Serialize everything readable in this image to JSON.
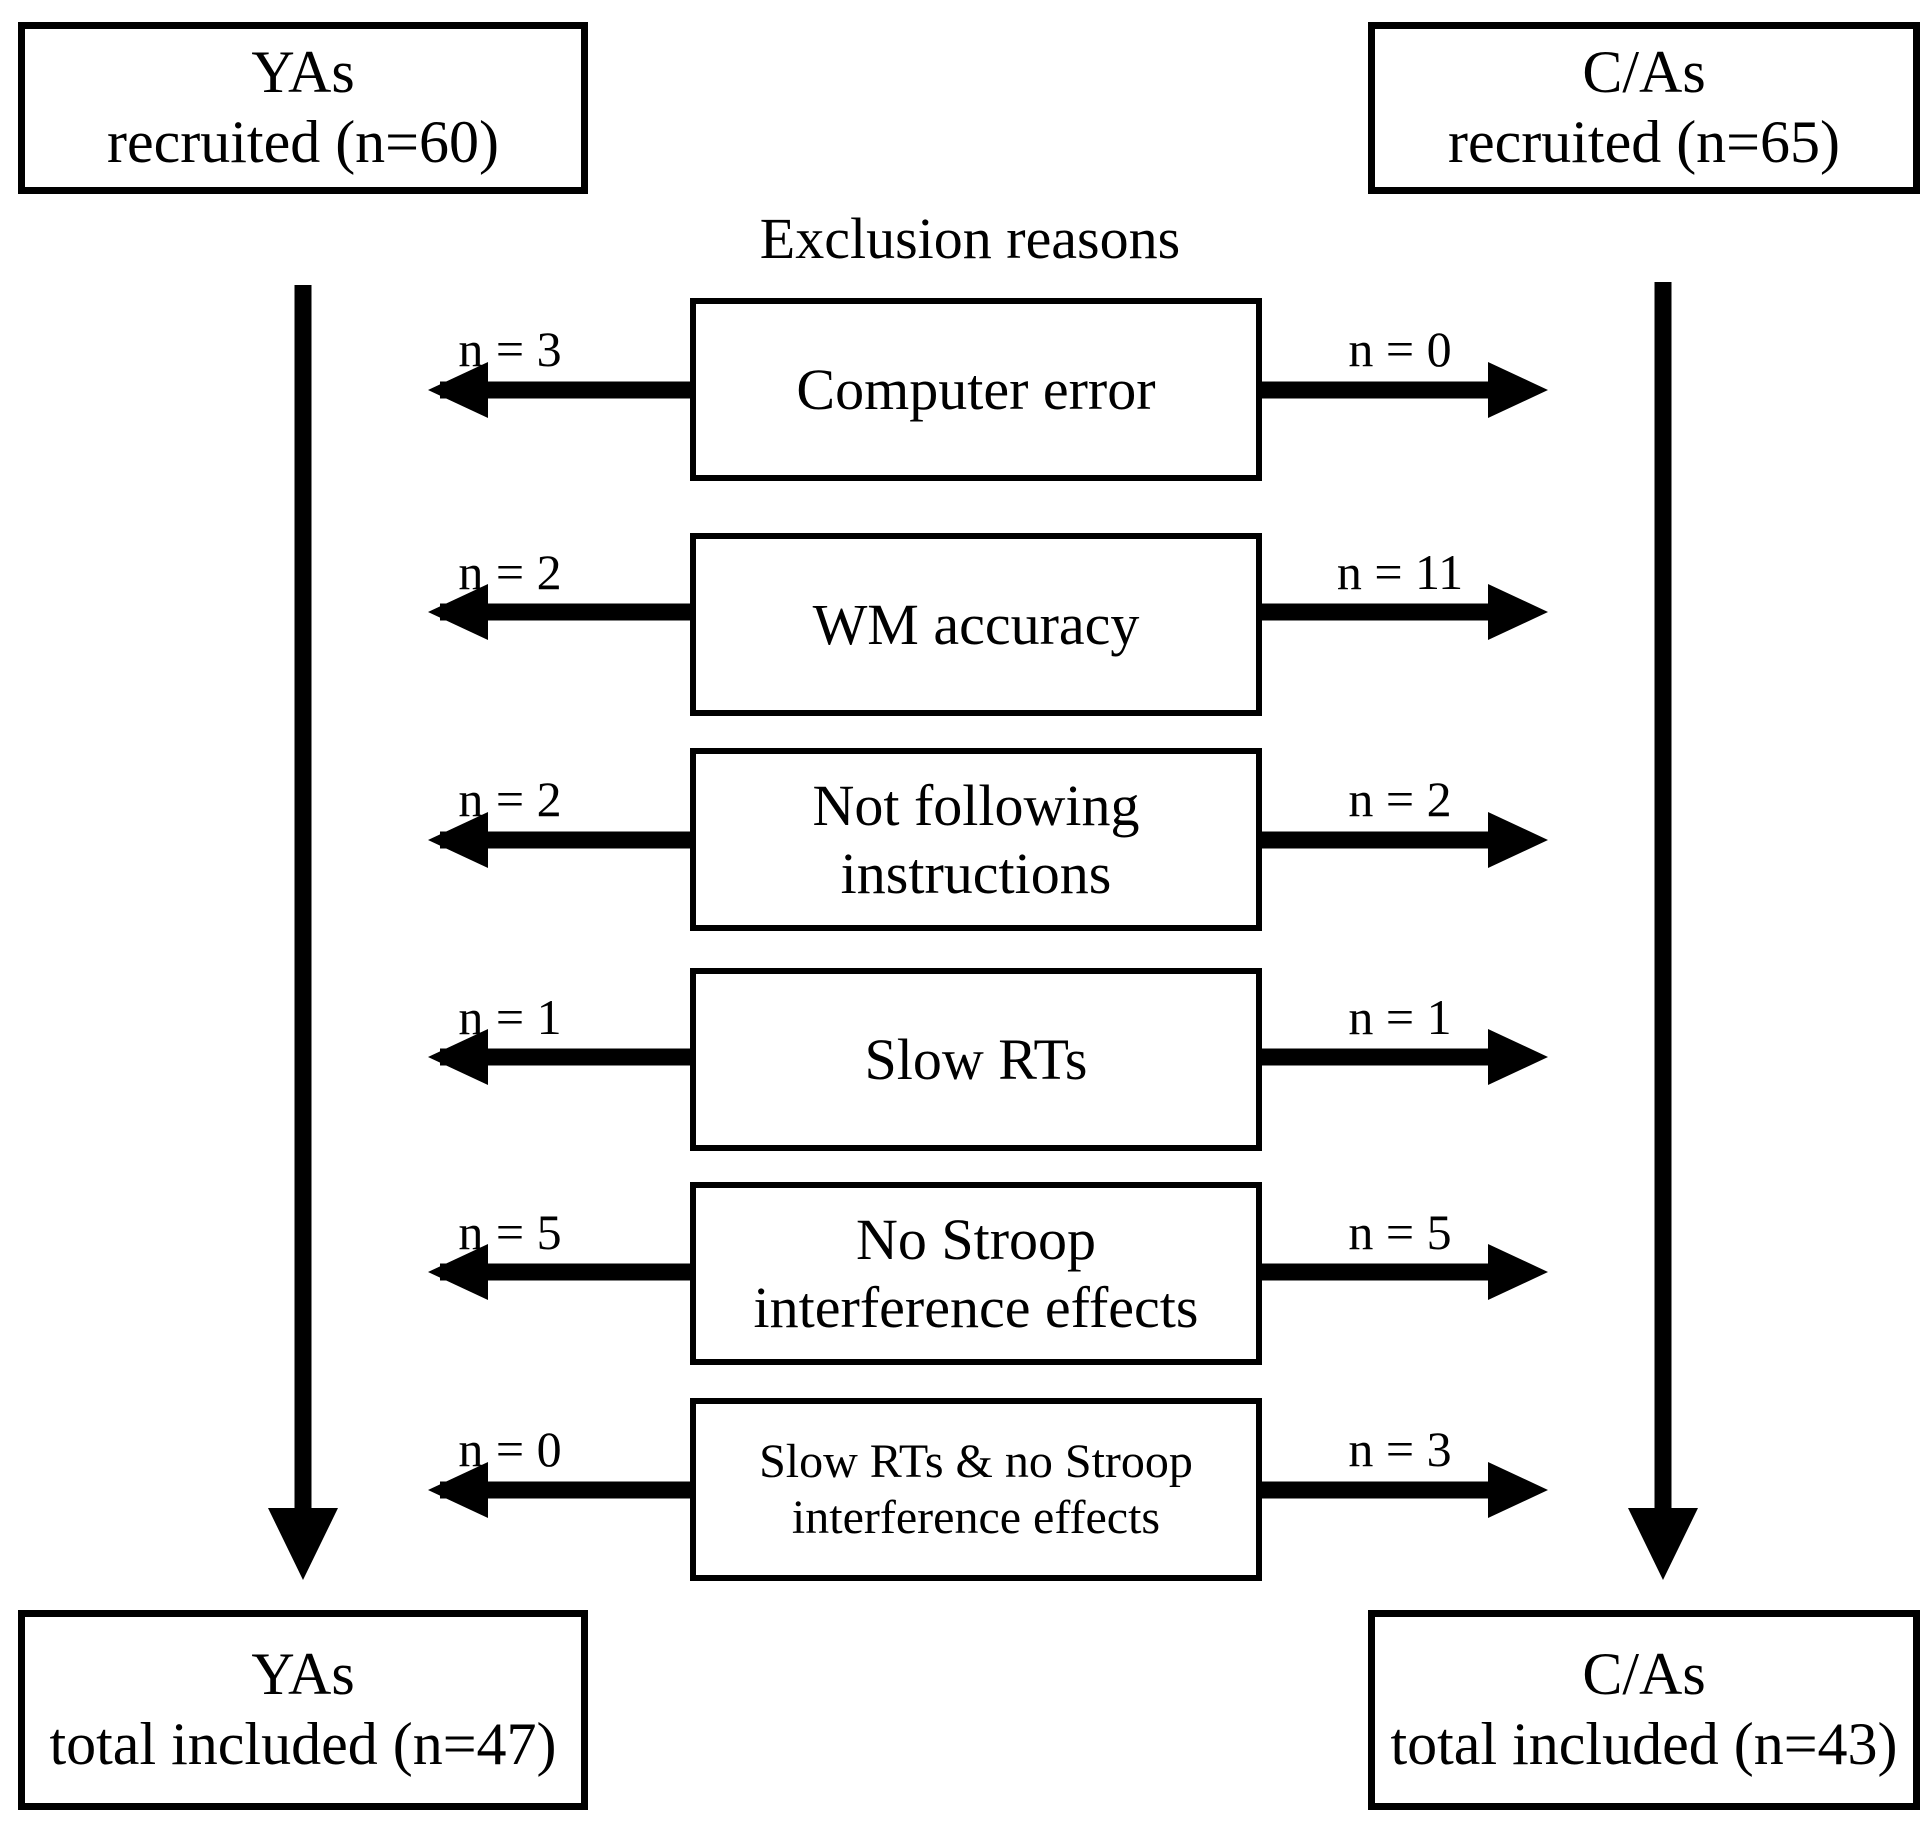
{
  "diagram": {
    "title_section": "Exclusion reasons",
    "top_left": {
      "line1": "YAs",
      "line2": "recruited (n=60)",
      "group": "YAs",
      "n": 60
    },
    "top_right": {
      "line1": "C/As",
      "line2": "recruited (n=65)",
      "group": "C/As",
      "n": 65
    },
    "bottom_left": {
      "line1": "YAs",
      "line2": "total included (n=47)",
      "group": "YAs",
      "n": 47
    },
    "bottom_right": {
      "line1": "C/As",
      "line2": "total included (n=43)",
      "group": "C/As",
      "n": 43
    },
    "exclusions": [
      {
        "line1": "Computer error",
        "line2": "",
        "left_label": "n = 3",
        "right_label": "n = 0",
        "left_n": 3,
        "right_n": 0
      },
      {
        "line1": "WM accuracy",
        "line2": "",
        "left_label": "n = 2",
        "right_label": "n = 11",
        "left_n": 2,
        "right_n": 11
      },
      {
        "line1": "Not following",
        "line2": "instructions",
        "left_label": "n = 2",
        "right_label": "n = 2",
        "left_n": 2,
        "right_n": 2
      },
      {
        "line1": "Slow RTs",
        "line2": "",
        "left_label": "n = 1",
        "right_label": "n = 1",
        "left_n": 1,
        "right_n": 1
      },
      {
        "line1": "No Stroop",
        "line2": "interference effects",
        "left_label": "n = 5",
        "right_label": "n = 5",
        "left_n": 5,
        "right_n": 5
      },
      {
        "line1": "Slow RTs & no Stroop",
        "line2": "interference effects",
        "left_label": "n = 0",
        "right_label": "n = 3",
        "left_n": 0,
        "right_n": 3
      }
    ],
    "colors": {
      "stroke": "#000000",
      "background": "#ffffff"
    }
  }
}
